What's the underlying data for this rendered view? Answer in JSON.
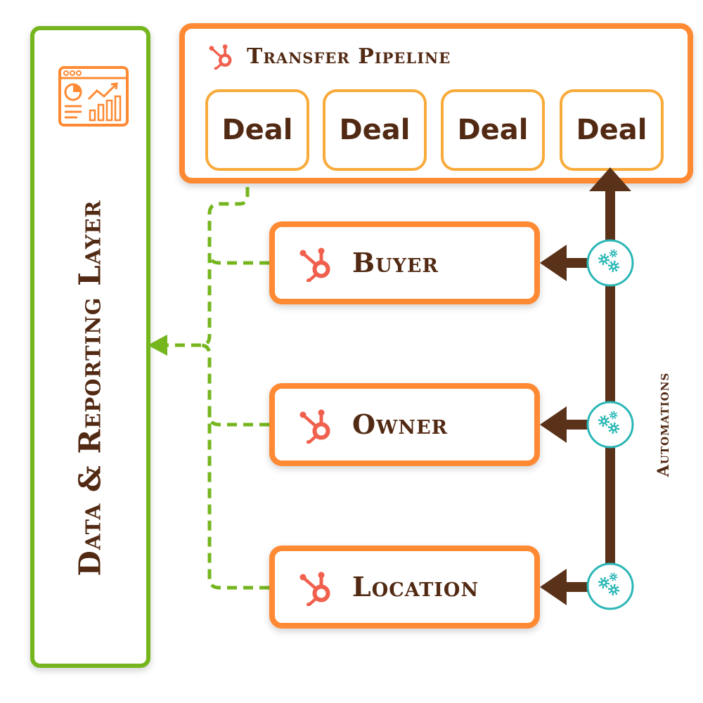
{
  "layer": {
    "title": "Data & Reporting Layer",
    "icon": "dashboard-report-icon"
  },
  "pipeline": {
    "title": "Transfer Pipeline",
    "icon": "hubspot-icon",
    "deals": [
      "Deal",
      "Deal",
      "Deal",
      "Deal"
    ]
  },
  "entities": [
    {
      "label": "Buyer",
      "icon": "hubspot-icon"
    },
    {
      "label": "Owner",
      "icon": "hubspot-icon"
    },
    {
      "label": "Location",
      "icon": "hubspot-icon"
    }
  ],
  "automations": {
    "label": "Automations",
    "icon": "gears-icon"
  },
  "colors": {
    "green": "#75B51E",
    "orange": "#FF8A33",
    "deal_border": "#F8AA3A",
    "brown": "#522A13",
    "arrow_brown": "#5A3219",
    "teal": "#2BB6B6",
    "hubspot": "#F0604D"
  }
}
